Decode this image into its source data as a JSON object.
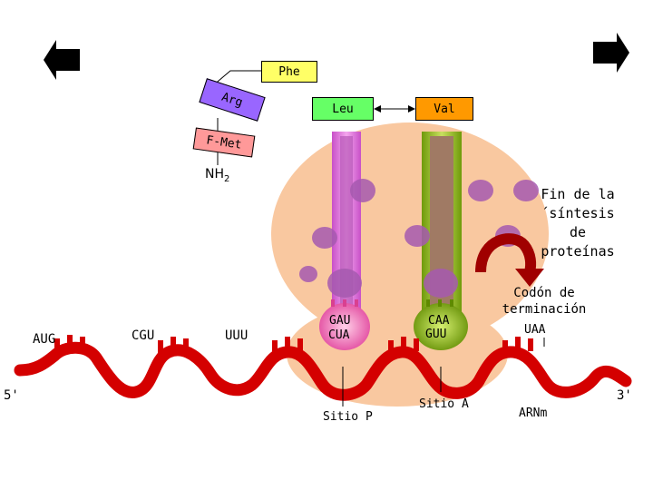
{
  "amino_acids": {
    "phe": "Phe",
    "arg": "Arg",
    "fmet": "F-Met",
    "leu": "Leu",
    "val": "Val",
    "nh2_base": "NH",
    "nh2_sub": "2"
  },
  "codons": {
    "aug": "AUG",
    "cgu": "CGU",
    "uuu": "UUU",
    "gau": "GAU",
    "cua": "CUA",
    "caa": "CAA",
    "guu": "GUU",
    "uaa": "UAA"
  },
  "labels": {
    "five_prime": "5'",
    "three_prime": "3'",
    "sitio_p": "Sitio P",
    "sitio_a": "Sitio A",
    "arnm": "ARNm",
    "fin_line1": "Fin de la",
    "fin_line2": "´síntesis",
    "fin_line3": "de",
    "fin_line4": "proteínas",
    "codon_line1": "Codón de",
    "codon_line2": "terminación"
  },
  "colors": {
    "mrna": "#d40000",
    "ribosome": "#f9c8a0",
    "trna_p": "#e07cdc",
    "trna_a": "#8fb11a",
    "site_p": "#f07ab8",
    "site_a": "#7fae10",
    "leu_box": "#66ff66",
    "val_box": "#ff9900",
    "phe_box": "#ffff66",
    "arg_box": "#9966ff",
    "fmet_box": "#ff9999"
  },
  "icons": [
    "back-arrow-icon",
    "forward-arrow-icon",
    "curved-arrow-icon"
  ]
}
